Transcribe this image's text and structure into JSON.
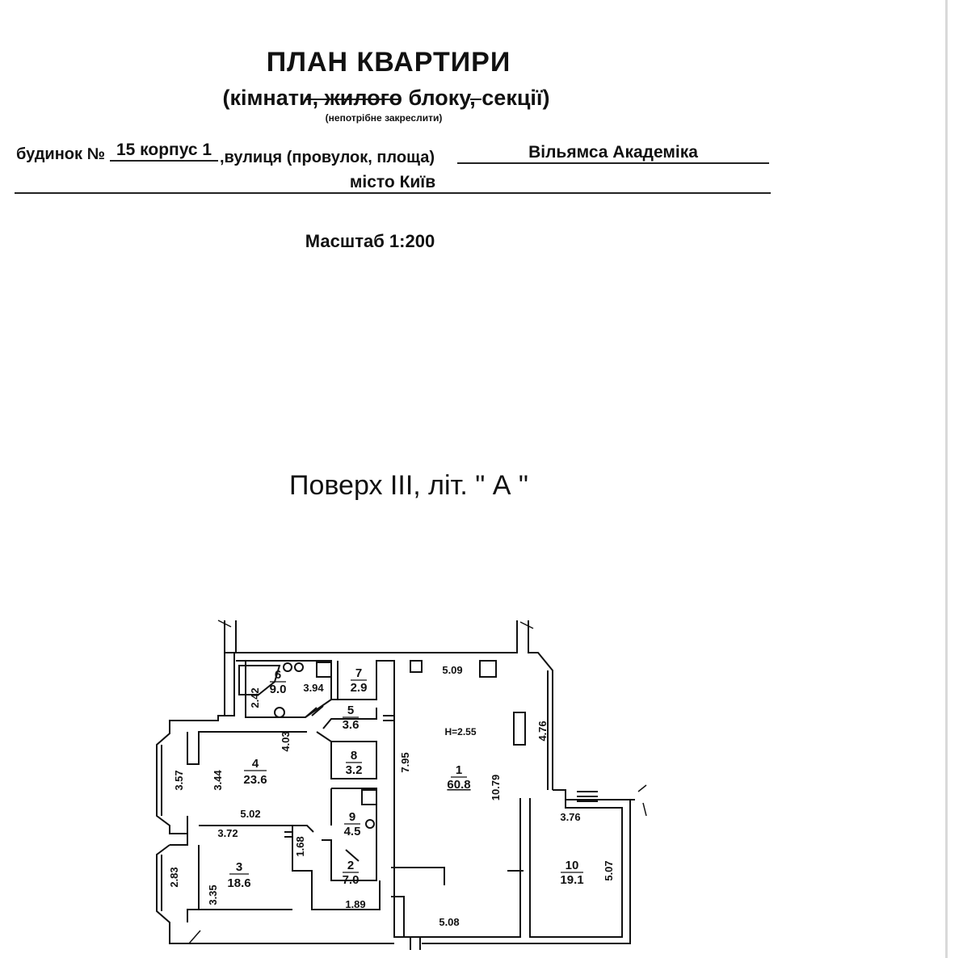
{
  "header": {
    "title": "ПЛАН КВАРТИРИ",
    "subtitle": "(кімнати, жилого блоку, секції)",
    "strike_note": "(непотрібне закреслити)"
  },
  "address": {
    "house_label": "будинок №",
    "house_number": "15 корпус 1",
    "street_label": ",вулиця (провулок, площа)",
    "street_name": "Вільямса Академіка",
    "city": "місто Київ"
  },
  "scale": "Масштаб 1:200",
  "floor_label": "Поверх III, літ. \" А \"",
  "rooms": [
    {
      "number": "1",
      "area": "60.8"
    },
    {
      "number": "2",
      "area": "7.0"
    },
    {
      "number": "3",
      "area": "18.6"
    },
    {
      "number": "4",
      "area": "23.6"
    },
    {
      "number": "5",
      "area": "3.6"
    },
    {
      "number": "6",
      "area": "9.0"
    },
    {
      "number": "7",
      "area": "2.9"
    },
    {
      "number": "8",
      "area": "3.2"
    },
    {
      "number": "9",
      "area": "4.5"
    },
    {
      "number": "10",
      "area": "19.1"
    }
  ],
  "dimensions": {
    "d_5_09": "5.09",
    "d_4_76": "4.76",
    "d_10_79": "10.79",
    "d_7_95": "7.95",
    "d_5_08": "5.08",
    "d_3_76": "3.76",
    "d_5_07": "5.07",
    "d_3_94": "3.94",
    "d_2_42": "2.42",
    "d_4_03": "4.03",
    "d_3_57": "3.57",
    "d_3_44": "3.44",
    "d_5_02": "5.02",
    "d_3_72": "3.72",
    "d_1_68": "1.68",
    "d_2_83": "2.83",
    "d_3_35": "3.35",
    "d_1_89": "1.89",
    "ceiling_height": "H=2.55"
  }
}
